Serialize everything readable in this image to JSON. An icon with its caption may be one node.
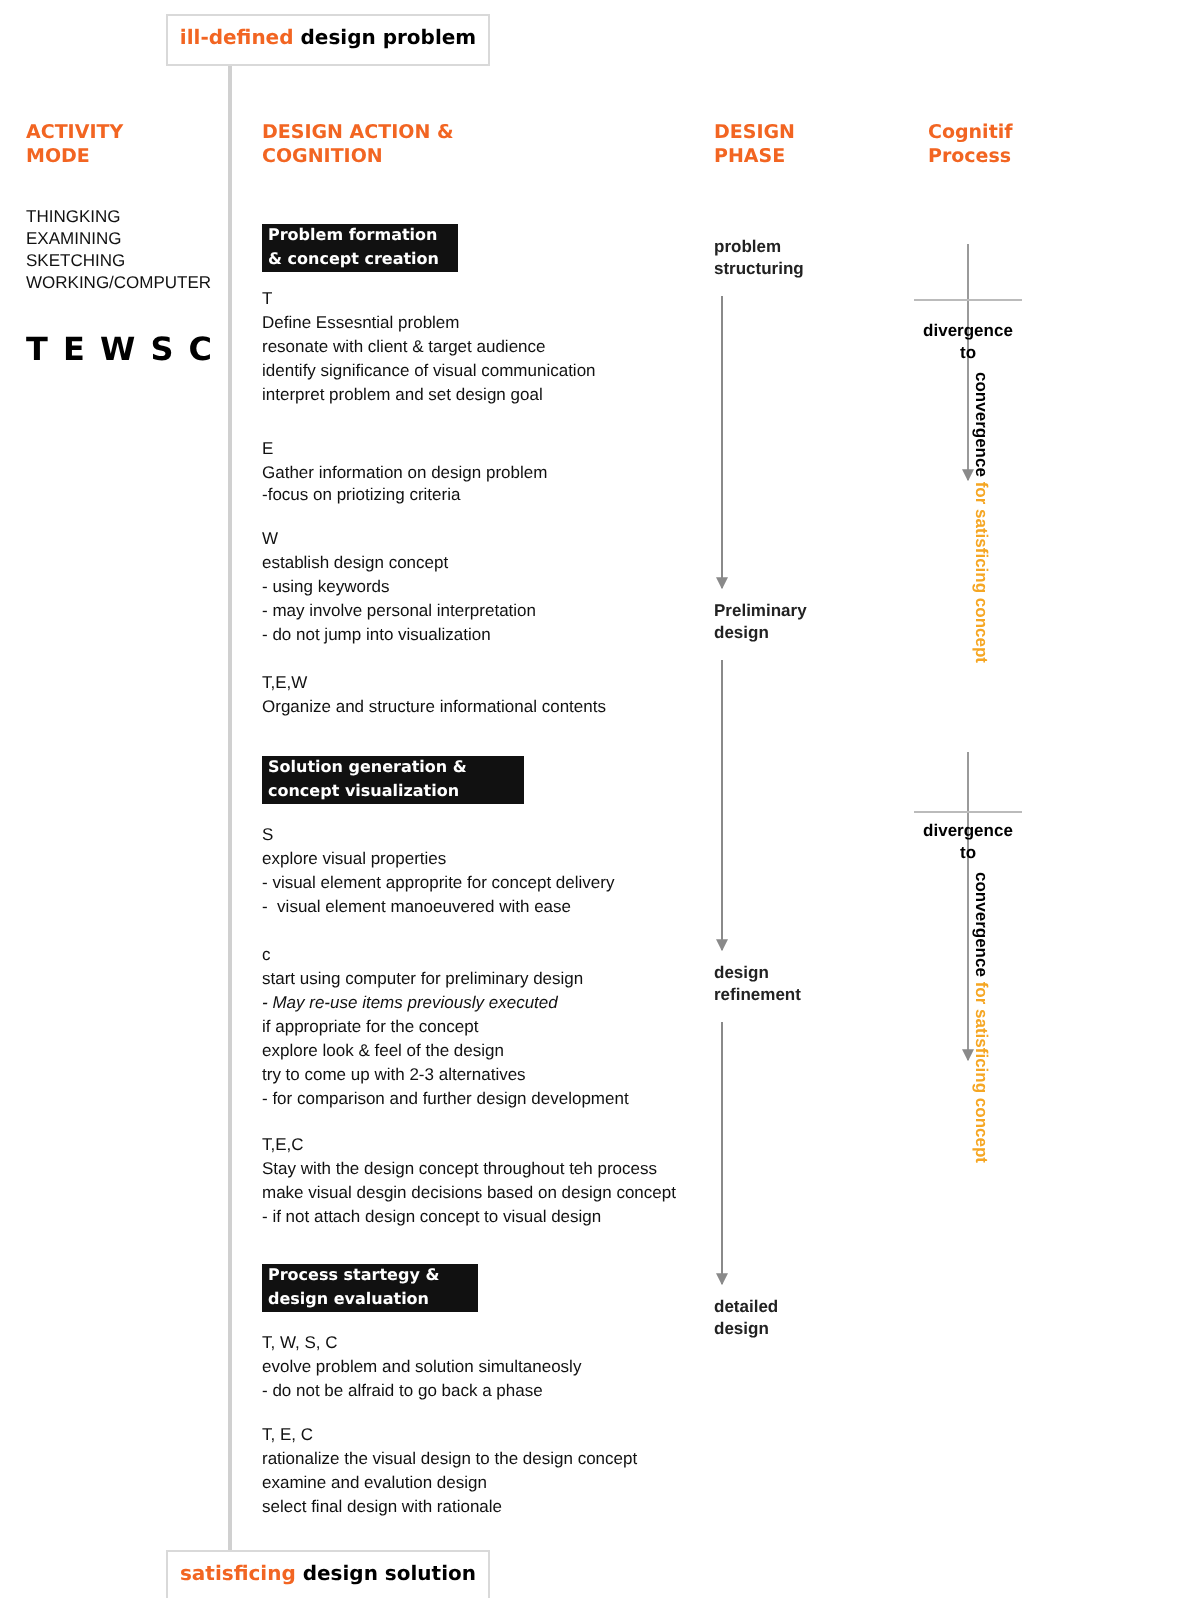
{
  "diagram": {
    "nodes": [
      {
        "text": [
          "ill-defined design problem"
        ]
      },
      {
        "text": [
          "Problem formation & concept creation"
        ]
      },
      {
        "text": [
          "problem structuring"
        ]
      },
      {
        "text": [
          "Preliminary design"
        ]
      },
      {
        "text": [
          "Solution generation & concept visualization"
        ]
      },
      {
        "text": [
          "design refinement"
        ]
      },
      {
        "text": [
          "Process startegy & design evaluation"
        ]
      },
      {
        "text": [
          "detailed design"
        ]
      },
      {
        "text": [
          "satisficing design solution"
        ]
      }
    ],
    "edges": [
      {
        "from": 0,
        "to": 8,
        "arrow": "none"
      },
      {
        "from": 2,
        "to": 3,
        "arrow": "to"
      },
      {
        "from": 3,
        "to": 5,
        "arrow": "to"
      },
      {
        "from": 5,
        "to": 7,
        "arrow": "to"
      }
    ],
    "labels": [
      "ACTIVITY MODE",
      "DESIGN ACTION & COGNITION",
      "DESIGN PHASE",
      "Cognitif Process",
      "THINGKING",
      "EXAMINING",
      "SKETCHING",
      "WORKING/COMPUTER",
      "T E W S C",
      "T",
      "Define Essesntial problem",
      "resonate with client & target audience",
      "identify significance of visual communication",
      "interpret problem and set design goal",
      "E",
      "Gather information on design problem",
      "-focus on priotizing criteria",
      "W",
      "establish design concept",
      "- using keywords",
      "- may involve personal interpretation",
      "- do not jump into visualization",
      "T,E,W",
      "Organize and structure informational contents",
      "S",
      "explore visual properties",
      "- visual element approprite for concept delivery",
      "-  visual element manoeuvered with ease",
      "c",
      "start using computer for preliminary design",
      "- May re-use items previously executed",
      "if appropriate for the concept",
      "explore look & feel of the design",
      "try to come up with 2-3 alternatives",
      "- for comparison and further design development",
      "T,E,C",
      "Stay with the design concept throughout teh process",
      "make visual desgin decisions based on design concept",
      "- if not attach design concept to visual design",
      "T, W, S, C",
      "evolve problem and solution simultaneosly",
      "- do not be alfraid to go back a phase",
      "T, E, C",
      "rationalize the visual design to the design concept",
      "examine and evalution design",
      "select final design with rationale",
      "divergence to",
      "convergence for satisficing concept",
      "divergence to",
      "convergence for satisficing concept"
    ]
  }
}
